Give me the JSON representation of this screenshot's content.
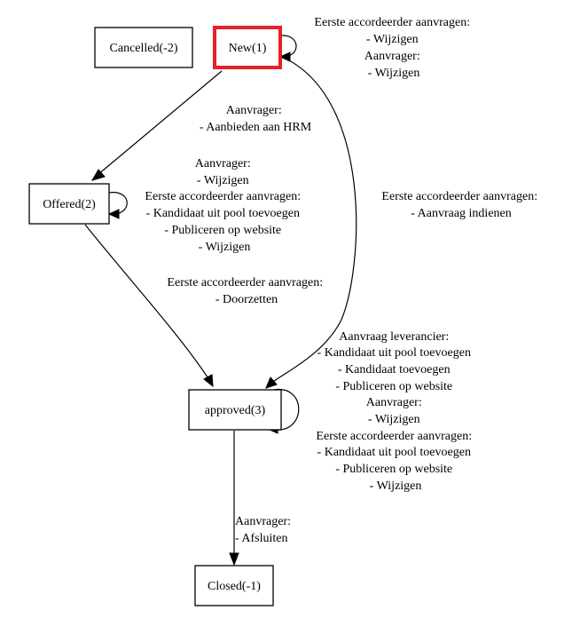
{
  "nodes": {
    "cancelled": "Cancelled(-2)",
    "new": "New(1)",
    "offered": "Offered(2)",
    "approved": "approved(3)",
    "closed": "Closed(-1)"
  },
  "edges": {
    "new_self": [
      "Eerste accordeerder aanvragen:",
      "- Wijzigen",
      "Aanvrager:",
      "- Wijzigen"
    ],
    "new_to_offered": [
      "Aanvrager:",
      "- Aanbieden aan HRM"
    ],
    "offered_self": [
      "Aanvrager:",
      "- Wijzigen",
      "Eerste accordeerder aanvragen:",
      "- Kandidaat uit pool toevoegen",
      "- Publiceren op website",
      "- Wijzigen"
    ],
    "new_to_approved": [
      "Eerste accordeerder aanvragen:",
      "- Aanvraag indienen"
    ],
    "offered_to_approved": [
      "Eerste accordeerder aanvragen:",
      "- Doorzetten"
    ],
    "approved_self": [
      "Aanvraag leverancier:",
      "- Kandidaat uit pool toevoegen",
      "- Kandidaat toevoegen",
      "- Publiceren op website",
      "Aanvrager:",
      "- Wijzigen",
      "Eerste accordeerder aanvragen:",
      "- Kandidaat uit pool toevoegen",
      "- Publiceren op website",
      "- Wijzigen"
    ],
    "approved_to_closed": [
      "Aanvrager:",
      "- Afsluiten"
    ]
  },
  "colors": {
    "selected_outline": "#e8202a",
    "line": "#000000",
    "background": "#ffffff"
  }
}
